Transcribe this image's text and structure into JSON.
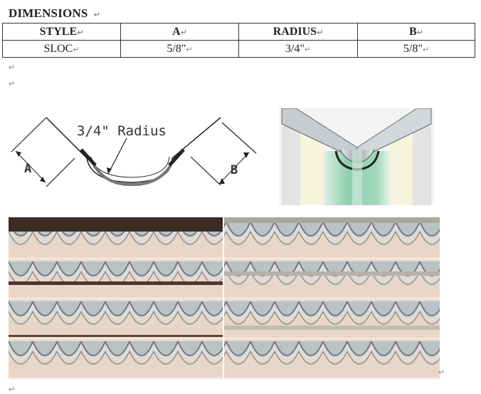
{
  "heading": {
    "title": "DIMENSIONS",
    "pilcrow": "↵"
  },
  "table": {
    "headers": [
      "STYLE",
      "A",
      "RADIUS",
      "B"
    ],
    "rows": [
      [
        "SLOC",
        "5/8\"",
        "3/4\"",
        "5/8\""
      ]
    ],
    "cell_mark": "↵"
  },
  "paragraph_marks": [
    "↵",
    "↵"
  ],
  "drawing": {
    "radius_label": "3/4\" Radius",
    "label_a": "A",
    "label_b": "B"
  },
  "photo_mark": "↵",
  "end_mark": "↵",
  "colors": {
    "bead_green": "#8fcfb0",
    "drywall_cream": "#f6f4dc",
    "steel": "#b9c0c4",
    "line": "#222222"
  }
}
